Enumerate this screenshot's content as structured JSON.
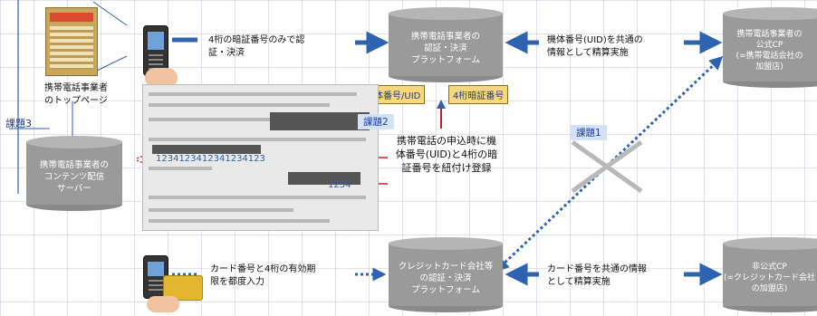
{
  "nodes": {
    "carrier_platform": "携帯電話事業者の\n認証・決済\nプラットフォーム",
    "official_cp": "携帯電話事業者の\n公式CP\n(=携帯電話会社の\n加盟店)",
    "content_server": "携帯電話事業者の\nコンテンツ配信\nサーバー",
    "card_platform": "クレジットカード会社等\nの認証・決済\nプラットフォーム",
    "unofficial_cp": "非公式CP\n(=クレジットカード会社\nの加盟店)"
  },
  "labels": {
    "pin_auth": "4桁の暗証番号のみで認\n証・決済",
    "uid_settlement": "機体番号(UID)を共通の\n情報として精算実施",
    "card_input": "カード番号と4桁の有効期\n限を都度入力",
    "card_settlement": "カード番号を共通の情報\nとして精算実施",
    "top_page": "携帯電話事業者\nのトップページ",
    "registration": "携帯電話の申込時に機\n体番号(UID)と4桁の暗\n証番号を紐付け登録"
  },
  "tags": {
    "uid": "機体番号/UID",
    "pin": "4桁暗証番号"
  },
  "issues": {
    "issue1": "課題1",
    "issue2": "課題2",
    "issue3": "課題3"
  },
  "form_values": {
    "uid": "1234123412341234123",
    "pin": "1234"
  },
  "colors": {
    "cylinder": "#9a9a9a",
    "arrow": "#2f62b0",
    "cross": "#b8b8b8"
  }
}
